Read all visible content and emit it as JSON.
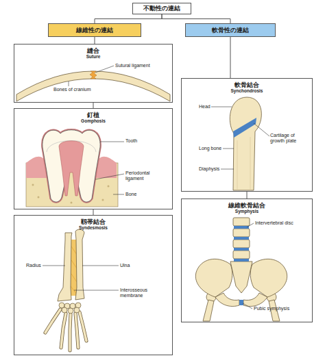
{
  "diagram": {
    "nodes": [
      {
        "text": [
          "不動性の連結"
        ]
      },
      {
        "text": [
          "線維性の連結"
        ]
      },
      {
        "text": [
          "軟骨性の連結"
        ]
      },
      {
        "text": [
          "縫合",
          "Suture"
        ]
      },
      {
        "text": [
          "釘植",
          "Gomphosis"
        ]
      },
      {
        "text": [
          "靱帯結合",
          "Syndesmosis"
        ]
      },
      {
        "text": [
          "軟骨結合",
          "Synchondrosis"
        ]
      },
      {
        "text": [
          "線維軟骨結合",
          "Symphysis"
        ]
      }
    ],
    "edges": [
      {
        "from": 0,
        "to": 1,
        "arrow": "none"
      },
      {
        "from": 0,
        "to": 2,
        "arrow": "none"
      },
      {
        "from": 1,
        "to": 3,
        "arrow": "none"
      },
      {
        "from": 3,
        "to": 4,
        "arrow": "none"
      },
      {
        "from": 4,
        "to": 5,
        "arrow": "none"
      },
      {
        "from": 2,
        "to": 6,
        "arrow": "none"
      },
      {
        "from": 6,
        "to": 7,
        "arrow": "none"
      }
    ],
    "labels": [
      "Sutural ligament",
      "Bones of cranium",
      "Tooth",
      "Periodontal ligament",
      "Bone",
      "Radius",
      "Ulna",
      "Interosseous membrane",
      "Head",
      "Cartilage of growth plate",
      "Long bone",
      "Diaphysis",
      "Intervertebral disc",
      "Pubic symphysis"
    ]
  }
}
